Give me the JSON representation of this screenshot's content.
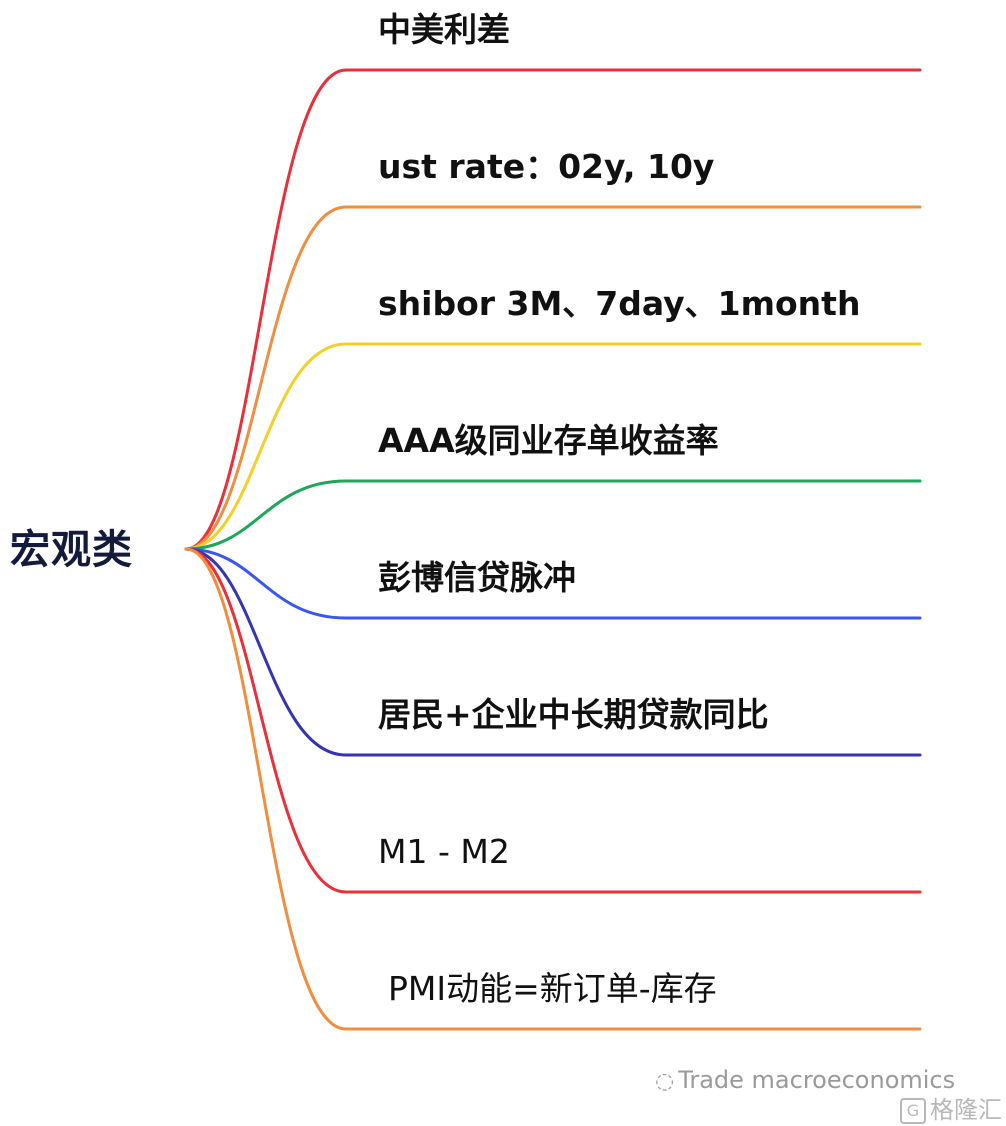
{
  "root": {
    "label": "宏观类"
  },
  "branches": [
    {
      "label": "中美利差",
      "color": "#e8303a"
    },
    {
      "label": "ust rate：02y, 10y",
      "color": "#ef8e3e"
    },
    {
      "label": "shibor 3M、7day、1month",
      "color": "#f2d028"
    },
    {
      "label": "AAA级同业存单收益率",
      "color": "#1ea65a"
    },
    {
      "label": "彭博信贷脉冲",
      "color": "#3b56f0"
    },
    {
      "label": "居民+企业中长期贷款同比",
      "color": "#3434b4"
    },
    {
      "label": "M1 - M2",
      "color": "#e8303a"
    },
    {
      "label": "PMI动能=新订单-库存",
      "color": "#ef8e3e"
    }
  ],
  "watermark": {
    "icon": "wechat-icon",
    "account": "Trade macroeconomics",
    "brand": "格隆汇",
    "brand_icon": "G"
  }
}
